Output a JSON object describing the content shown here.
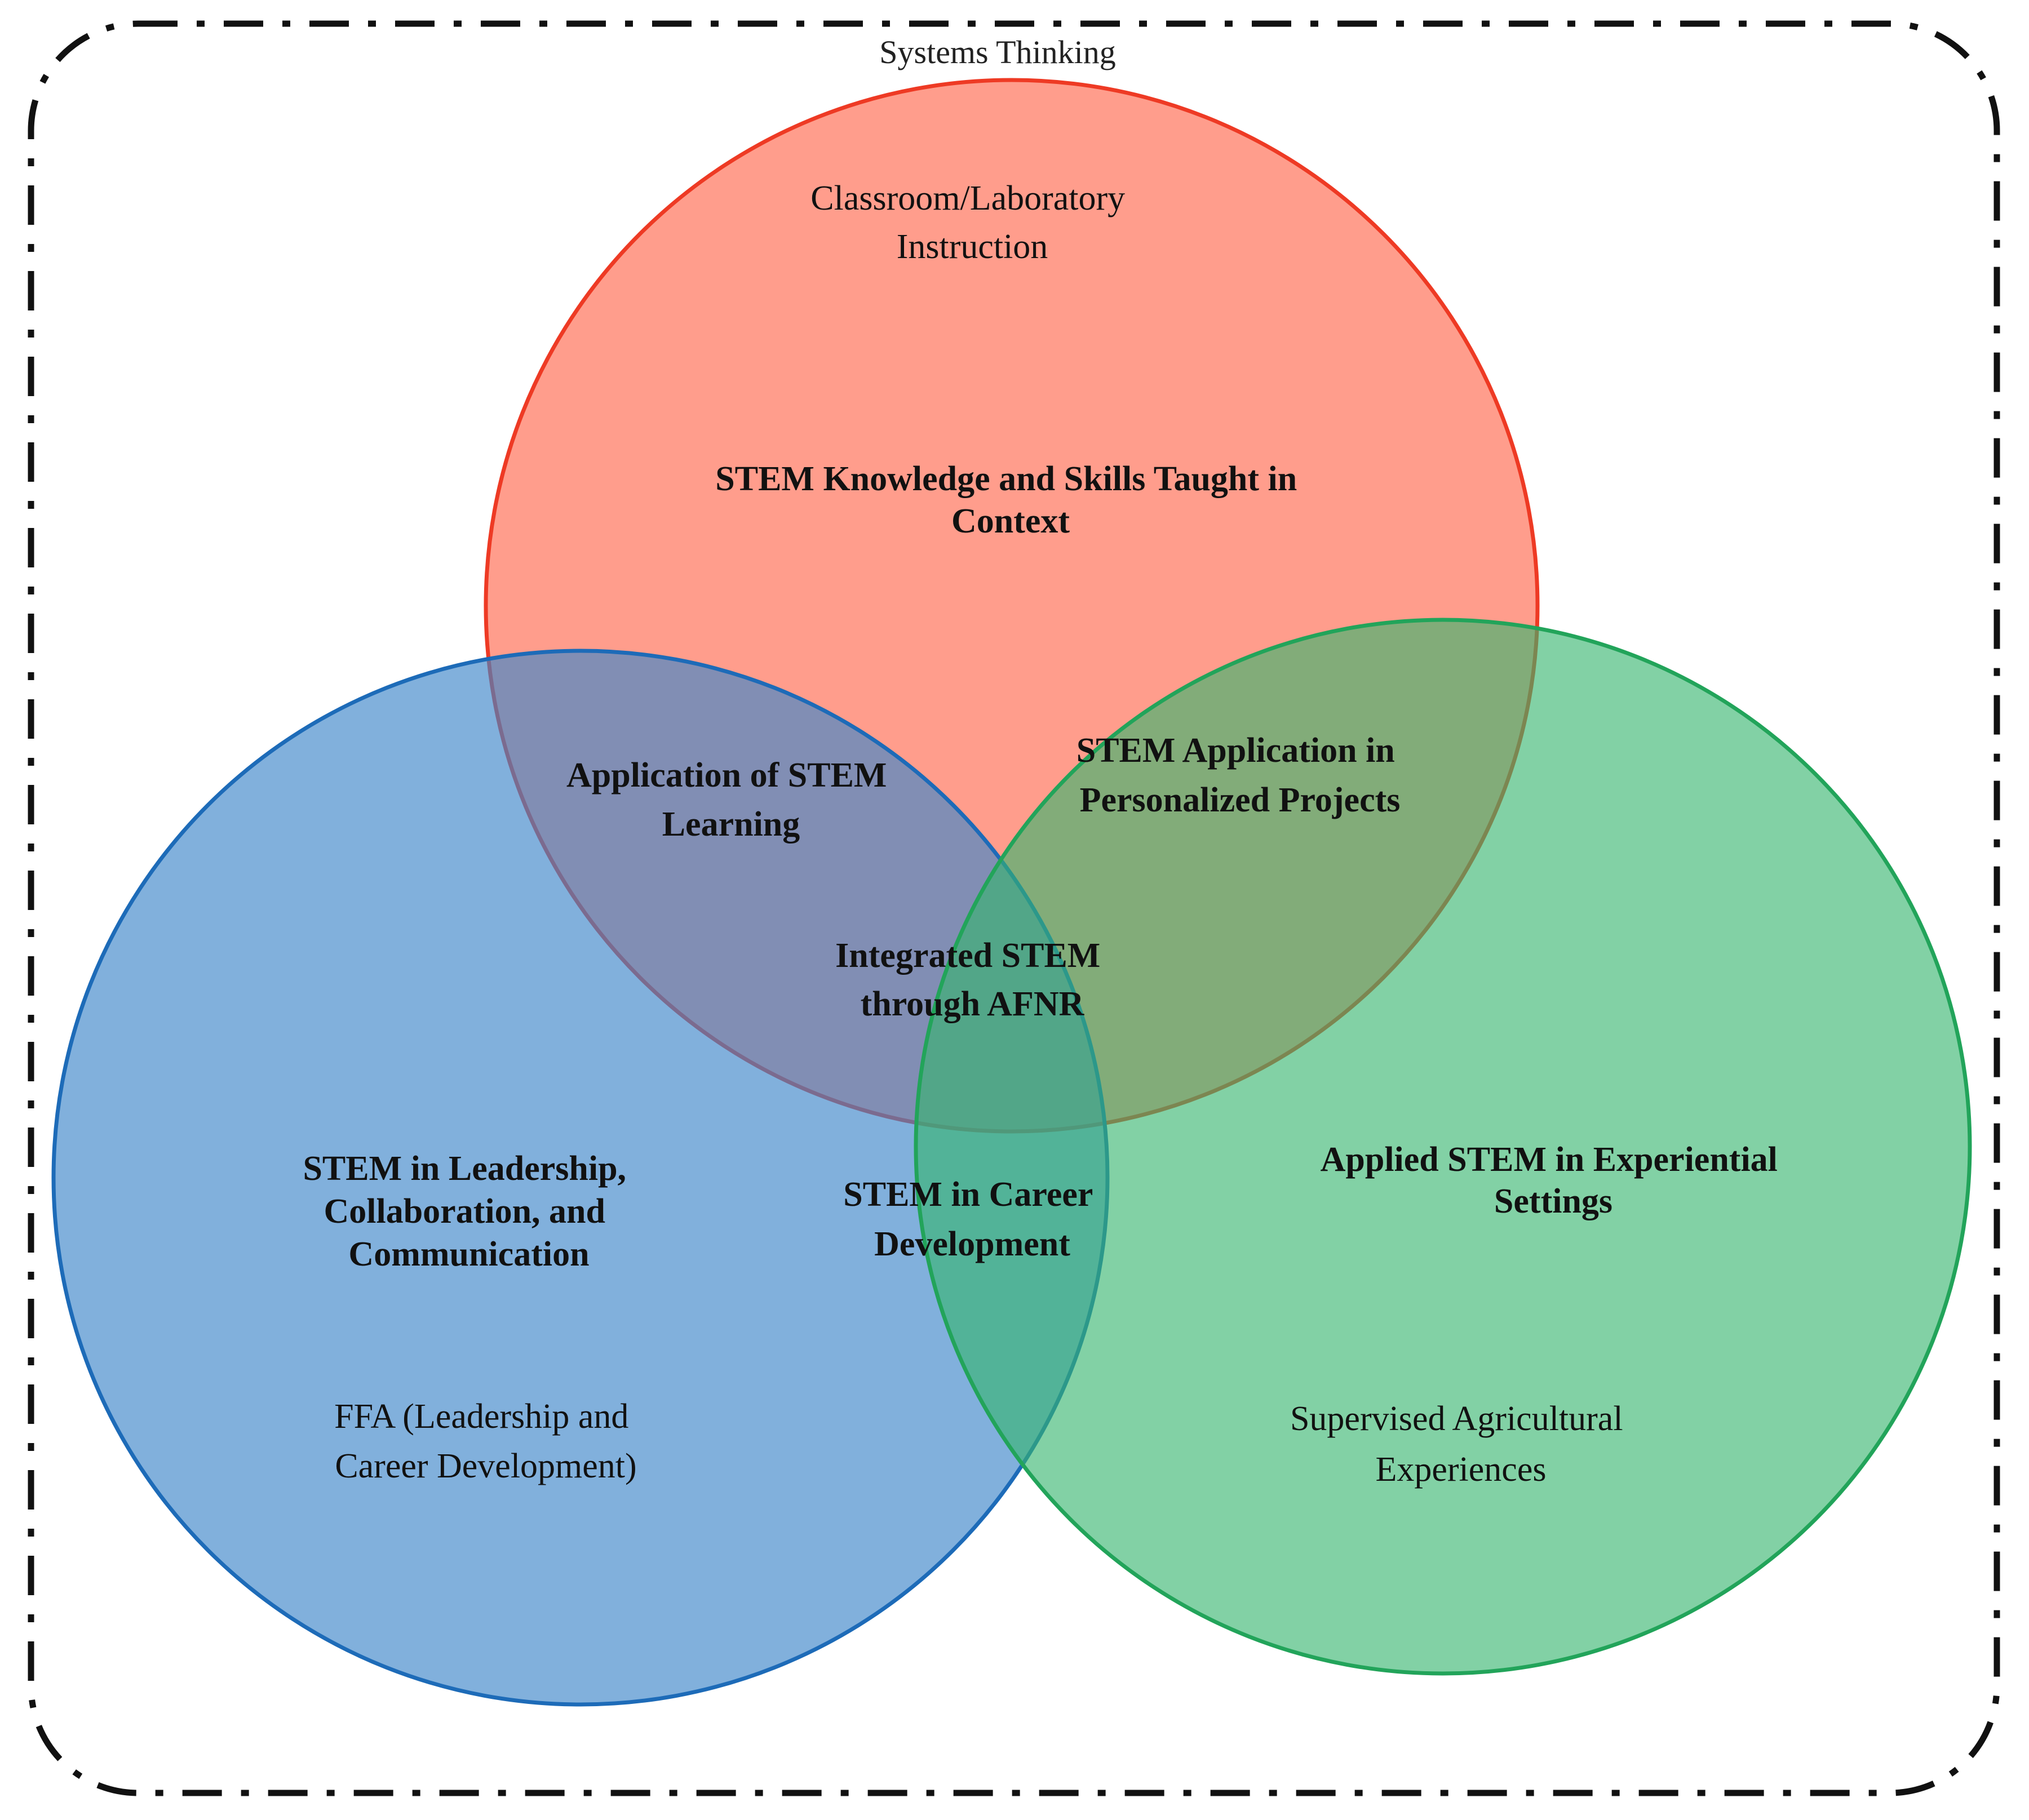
{
  "frame": {
    "label": "Systems Thinking",
    "stroke": "#111111"
  },
  "circles": {
    "top": {
      "fill": "#FF6F55",
      "stroke": "#EE3A24",
      "context": [
        "Classroom/Laboratory",
        "Instruction"
      ],
      "title": [
        "STEM Knowledge and Skills Taught in",
        "Context"
      ]
    },
    "left": {
      "fill": "#3D86C9",
      "stroke": "#1D6BB8",
      "title": [
        "STEM in Leadership,",
        "Collaboration, and",
        "Communication"
      ],
      "context": [
        "FFA (Leadership and",
        "Career Development)"
      ]
    },
    "right": {
      "fill": "#35B46E",
      "stroke": "#22A45A",
      "title": [
        "Applied STEM in Experiential",
        "Settings"
      ],
      "context": [
        "Supervised Agricultural",
        "Experiences"
      ]
    }
  },
  "overlaps": {
    "top_left": [
      "Application of STEM",
      "Learning"
    ],
    "top_right": [
      "STEM Application in",
      "Personalized Projects"
    ],
    "left_right": [
      "STEM in Career",
      "Development"
    ],
    "center": [
      "Integrated STEM",
      "through AFNR"
    ]
  }
}
